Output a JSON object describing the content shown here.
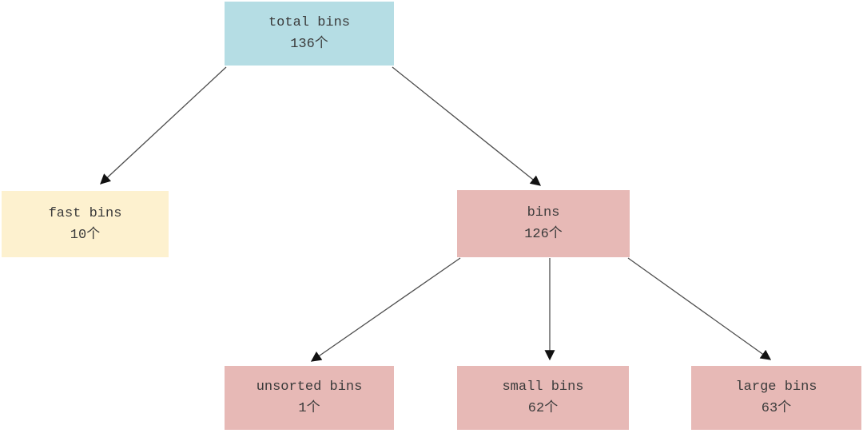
{
  "diagram": {
    "type": "tree",
    "description": "Hierarchy of malloc bin counts",
    "background": "#ffffff",
    "colors": {
      "root_fill": "#b5dde4",
      "fast_fill": "#fdf1cf",
      "pink_fill": "#e7b9b6",
      "edge_line": "#4d4d4d",
      "arrowhead": "#111111",
      "text": "#3b3b3b"
    },
    "nodes": {
      "total": {
        "label": "total bins",
        "count": "136个"
      },
      "fast": {
        "label": "fast bins",
        "count": "10个"
      },
      "bins": {
        "label": "bins",
        "count": "126个"
      },
      "unsorted": {
        "label": "unsorted bins",
        "count": "1个"
      },
      "small": {
        "label": "small bins",
        "count": "62个"
      },
      "large": {
        "label": "large bins",
        "count": "63个"
      }
    },
    "edges": [
      {
        "from": "total",
        "to": "fast"
      },
      {
        "from": "total",
        "to": "bins"
      },
      {
        "from": "bins",
        "to": "unsorted"
      },
      {
        "from": "bins",
        "to": "small"
      },
      {
        "from": "bins",
        "to": "large"
      }
    ]
  }
}
